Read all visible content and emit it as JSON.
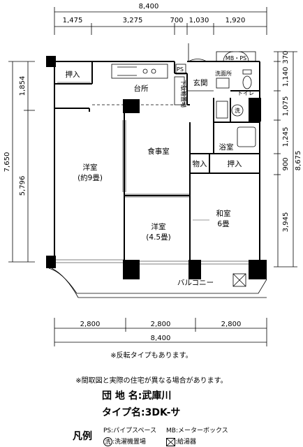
{
  "dimensions": {
    "top_total": "8,400",
    "top_segments": [
      "1,475",
      "3,275",
      "700",
      "1,030",
      "1,920"
    ],
    "left_outer": "7,650",
    "left_inner": "5,796",
    "left_top": "1,854",
    "right_total": "8,675",
    "right_segments": [
      "370",
      "1,140",
      "1,075",
      "1,245",
      "900",
      "3,945"
    ],
    "bottom_segments": [
      "2,800",
      "2,800",
      "2,800"
    ],
    "bottom_total": "8,400"
  },
  "rooms": {
    "oshiire_left": "押入",
    "kitchen": "台所",
    "ps": "PS",
    "genkan": "玄関",
    "mb_ps": "MB・PS",
    "senmenjo": "洗面所",
    "toilet": "トイレ",
    "sentaku": "洗",
    "yoshitsu_large": "洋室",
    "yoshitsu_large_size": "(約9畳)",
    "shokujishitsu": "食事室",
    "yokushitsu": "浴室",
    "monoire": "物入",
    "oshiire_right": "押入",
    "yoshitsu_small": "洋室",
    "yoshitsu_small_size": "(4.5畳)",
    "washitsu": "和室",
    "washitsu_size": "6畳",
    "balcony": "バルコニー",
    "geta": "下駄箱置場"
  },
  "notes": {
    "reverse": "※反転タイプもあります。",
    "disclaimer": "※間取図と実際の住宅が異なる場合があります。"
  },
  "info": {
    "estate_label": "団 地 名:",
    "estate_name": "武庫川",
    "type_label": "タイプ名:",
    "type_name": "3DK-サ"
  },
  "legend": {
    "title": "凡例",
    "ps_item": "PS:パイプスペース",
    "mb_item": "MB:メーターボックス",
    "sentaku_mark": "洗",
    "sentaku_item": ":洗濯機置場",
    "kyuto_item": ":給湯器"
  }
}
